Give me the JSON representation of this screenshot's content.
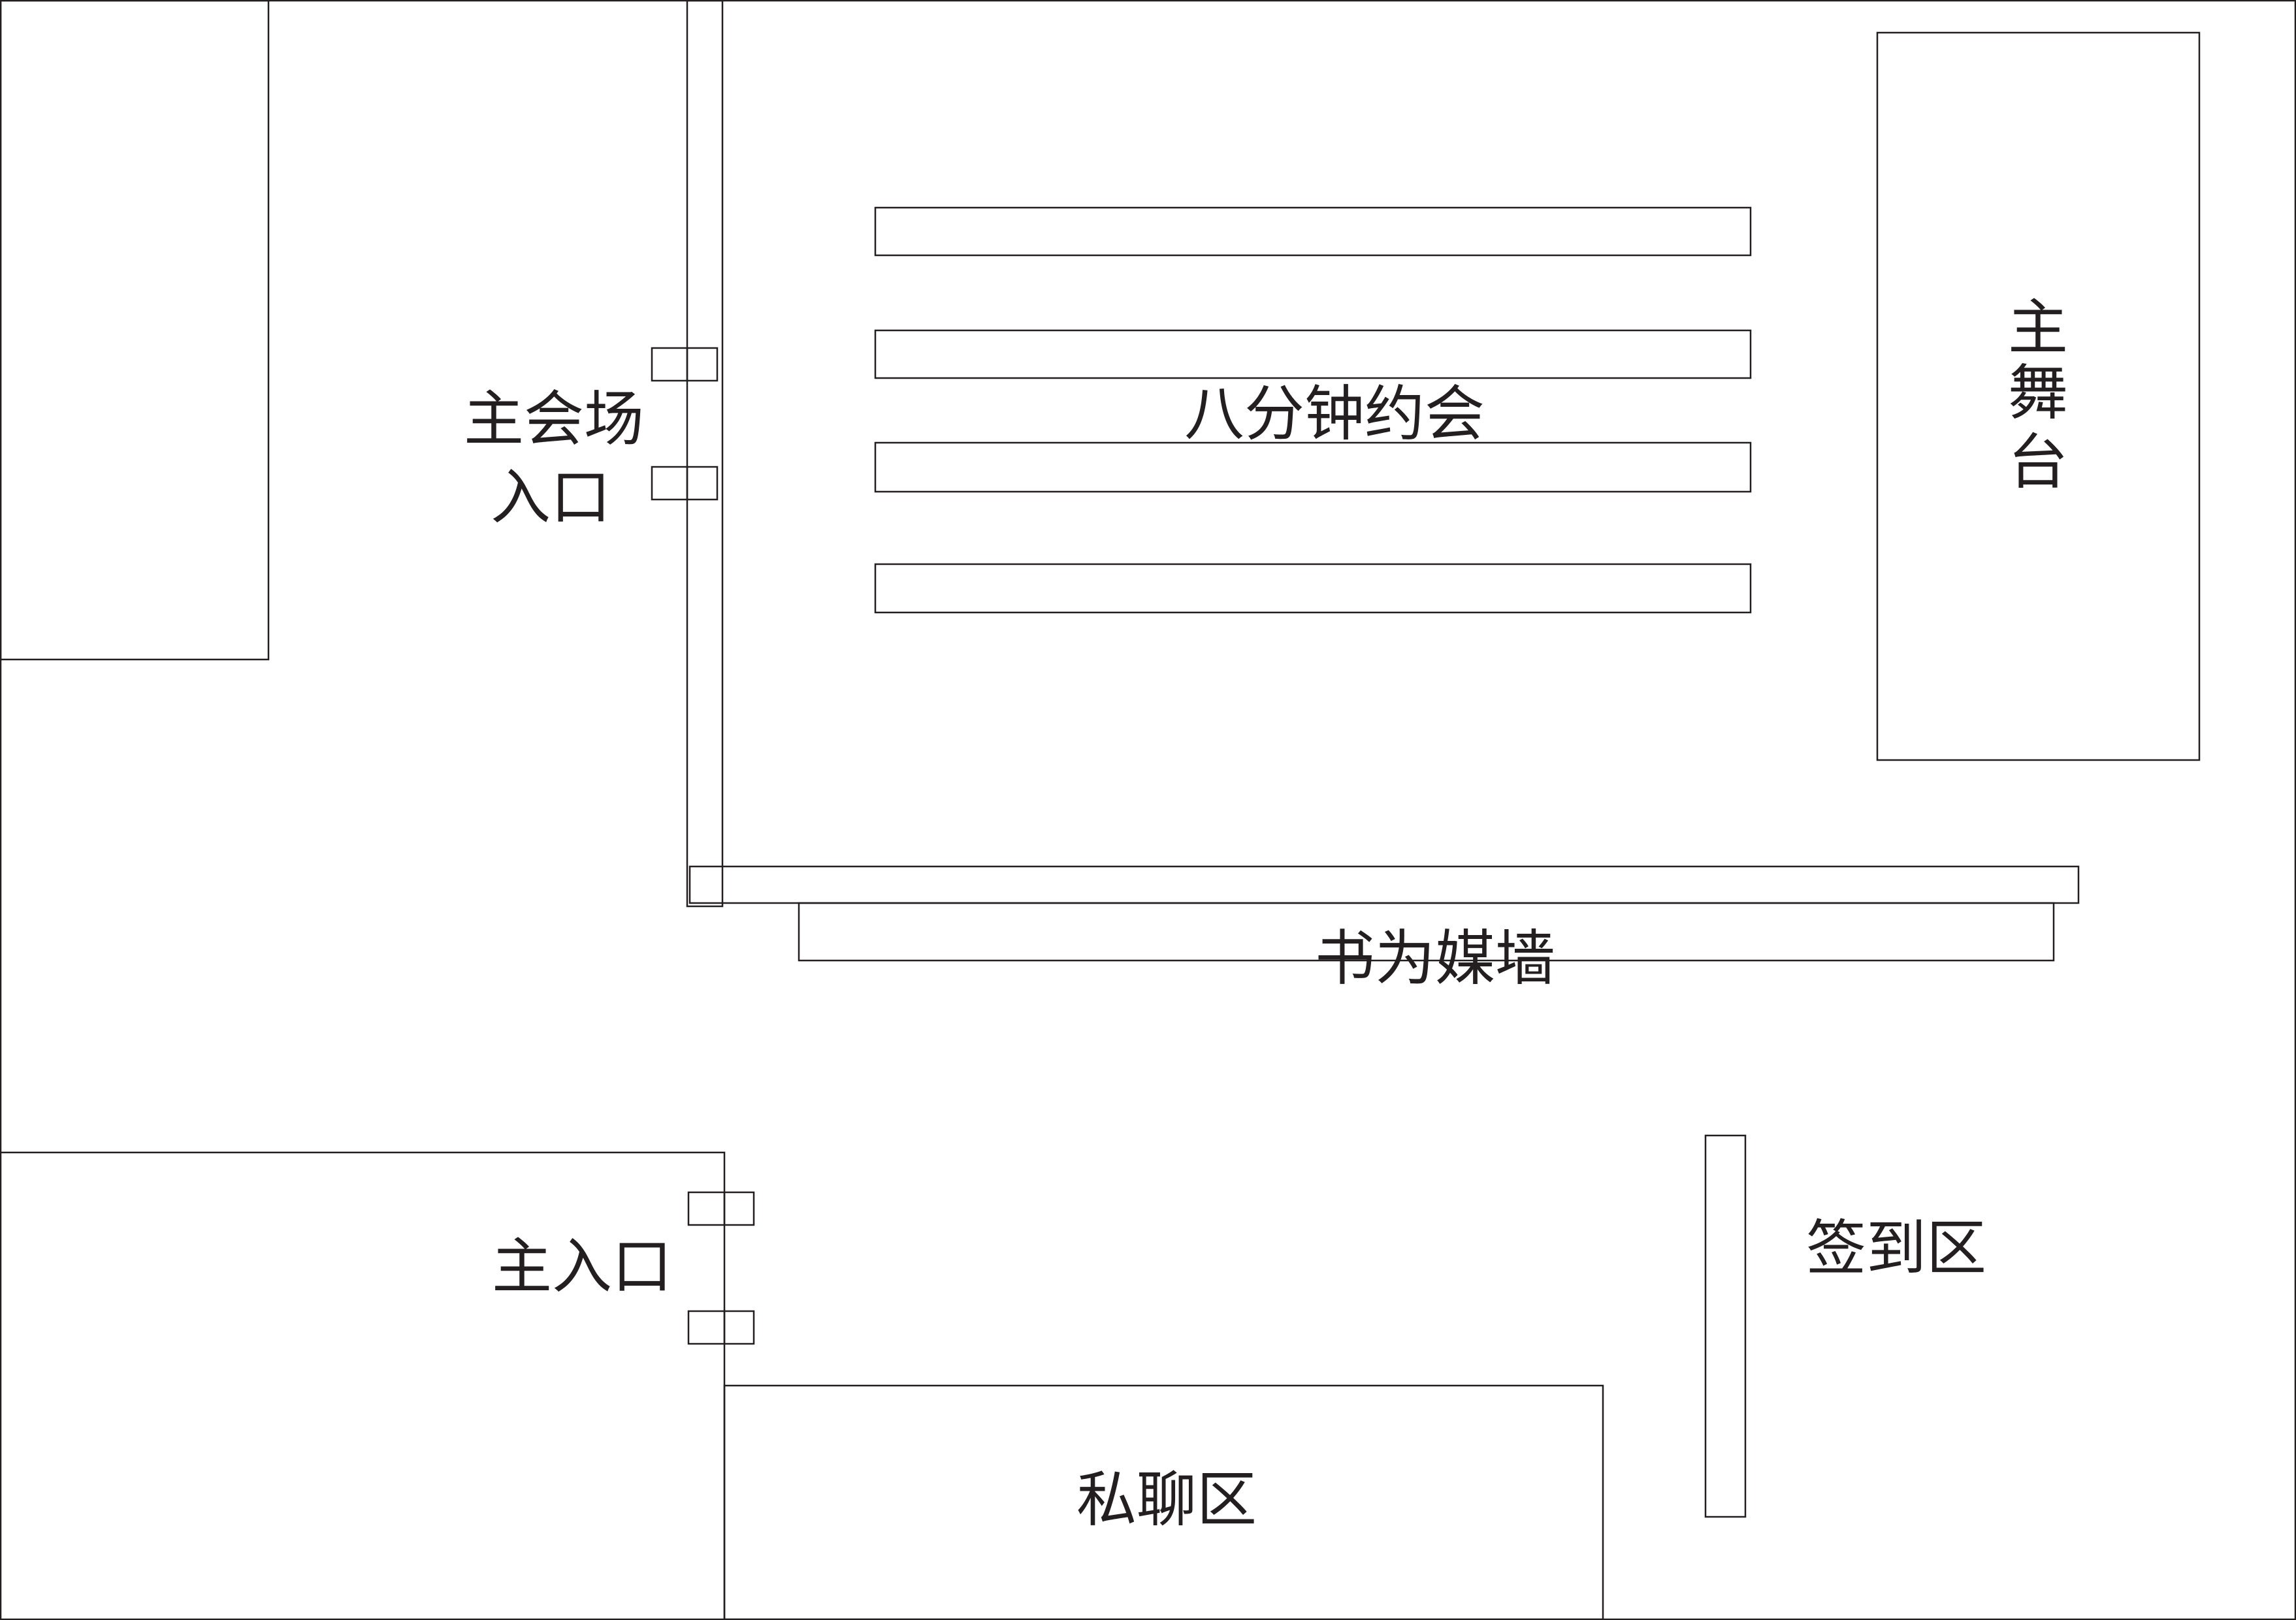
{
  "labels": {
    "main_venue_entrance_line1": "主会场",
    "main_venue_entrance_line2": "入口",
    "eight_minute_date": "八分钟约会",
    "main_stage_char1": "主",
    "main_stage_char2": "舞",
    "main_stage_char3": "台",
    "book_matchmaker_wall": "书为媒墙",
    "main_entrance": "主入口",
    "signin_area": "签到区",
    "private_chat_area": "私聊区"
  },
  "colors": {
    "line": "#231f20",
    "background": "#ffffff"
  }
}
